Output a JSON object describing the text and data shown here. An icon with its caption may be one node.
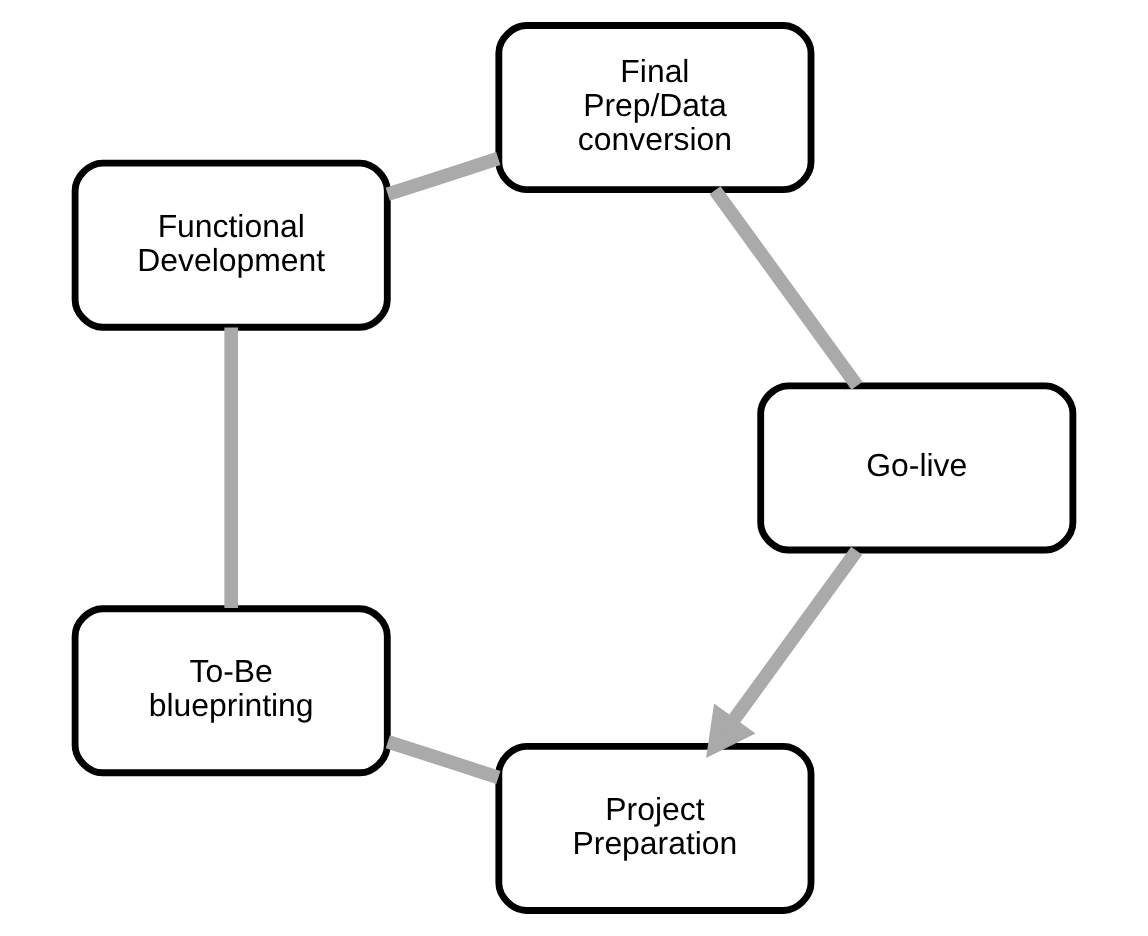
{
  "diagram": {
    "nodes": [
      {
        "text": [
          "Project Preparation"
        ]
      },
      {
        "text": [
          "To-Be blueprinting"
        ]
      },
      {
        "text": [
          "Functional Development"
        ]
      },
      {
        "text": [
          "Final Prep/Data conversion"
        ]
      },
      {
        "text": [
          "Go-live"
        ]
      }
    ],
    "edges": [
      {
        "from": 0,
        "to": 1,
        "arrow": "none"
      },
      {
        "from": 1,
        "to": 2,
        "arrow": "none"
      },
      {
        "from": 2,
        "to": 3,
        "arrow": "none"
      },
      {
        "from": 3,
        "to": 4,
        "arrow": "none"
      },
      {
        "from": 4,
        "to": 0,
        "arrow": "to"
      }
    ]
  }
}
